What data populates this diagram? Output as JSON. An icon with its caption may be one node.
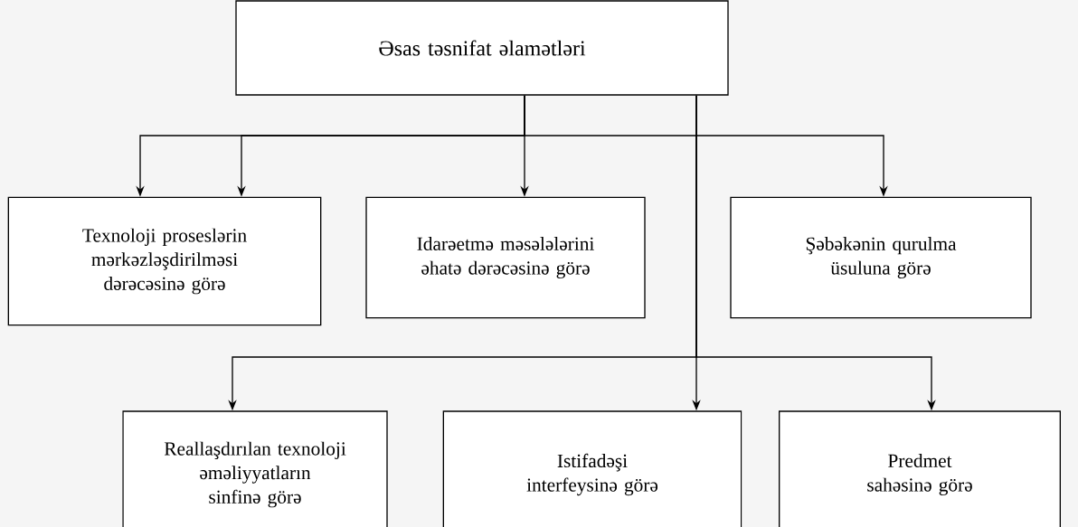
{
  "diagram": {
    "nodes": [
      {
        "text": [
          "Əsas təsnifat əlamətləri"
        ]
      },
      {
        "text": [
          "Texnoloji proseslərin mərkəzləşdirilməsi dərəcəsinə görə"
        ]
      },
      {
        "text": [
          "Idarəetmə məsələlərini əhatə dərəcəsinə görə"
        ]
      },
      {
        "text": [
          "Şəbəkənin qurulma üsuluna görə"
        ]
      },
      {
        "text": [
          "Reallaşdırılan texnoloji əməliyyatların sinfinə görə"
        ]
      },
      {
        "text": [
          "Istifadəşi interfeysinə görə"
        ]
      },
      {
        "text": [
          "Predmet sahəsinə görə"
        ]
      }
    ],
    "edges": [
      {
        "from": 0,
        "to": 1,
        "arrow": "to"
      },
      {
        "from": 0,
        "to": 1,
        "arrow": "to"
      },
      {
        "from": 0,
        "to": 2,
        "arrow": "to"
      },
      {
        "from": 0,
        "to": 3,
        "arrow": "to"
      },
      {
        "from": 0,
        "to": 4,
        "arrow": "to"
      },
      {
        "from": 0,
        "to": 5,
        "arrow": "to"
      },
      {
        "from": 0,
        "to": 6,
        "arrow": "to"
      }
    ]
  }
}
